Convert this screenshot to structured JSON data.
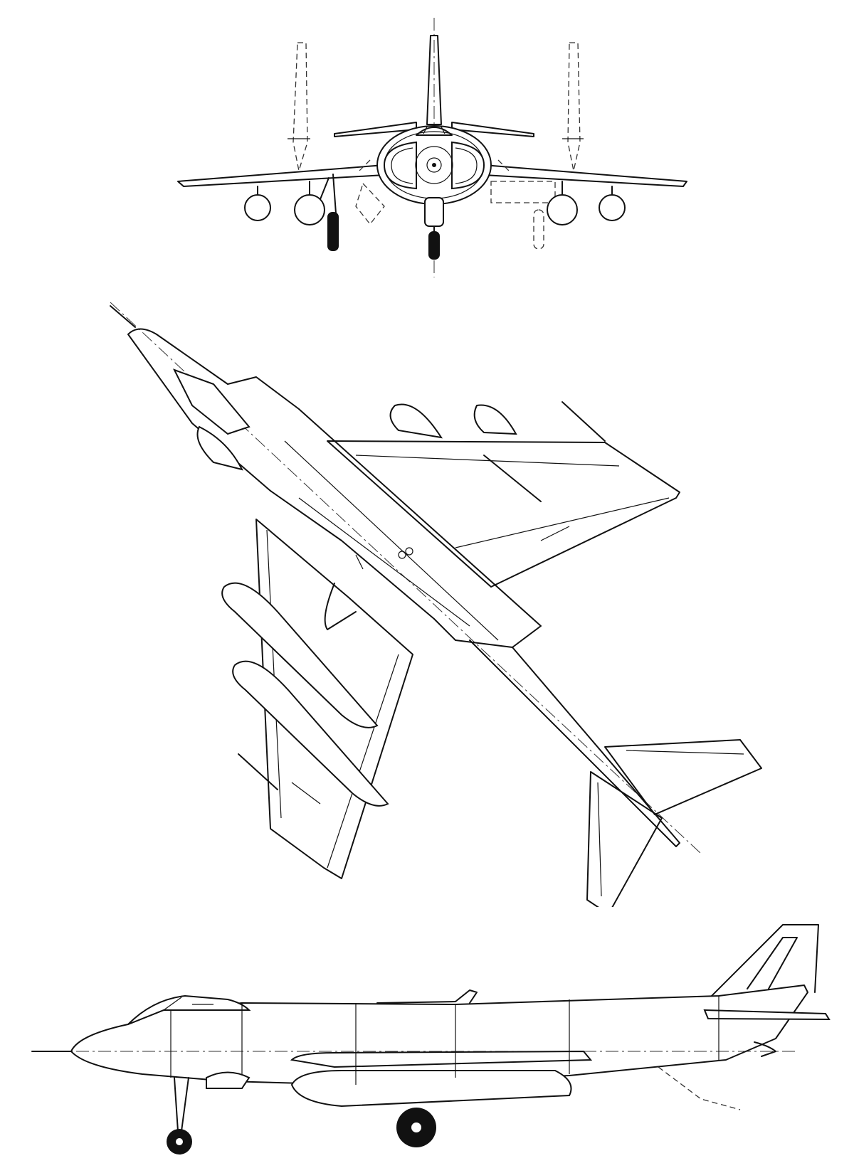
{
  "drawing": {
    "views": [
      "front",
      "top",
      "side"
    ],
    "line_color": "#111111",
    "background": "#ffffff"
  }
}
